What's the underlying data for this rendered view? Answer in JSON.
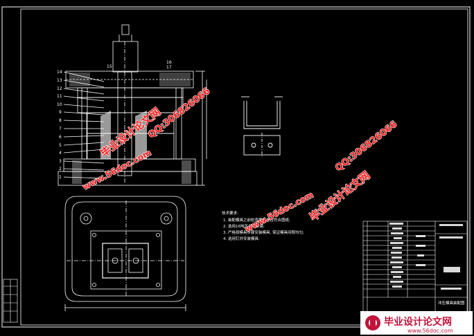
{
  "part_numbers": [
    "14",
    "13",
    "12",
    "11",
    "10",
    "9",
    "8",
    "7",
    "6",
    "5",
    "4",
    "3",
    "2",
    "1"
  ],
  "top_labels": {
    "left": "15",
    "right_a": "16",
    "right_b": "17"
  },
  "tech_notes": {
    "title": "技术要求:",
    "items": [
      "1. 装配模具之前检查零件是否符合图纸;",
      "2. 选用16吨压力机安装;",
      "3. 严格按模具步骤安装模具, 保证模具间隙均匀;",
      "4. 选用钉并安装模具."
    ]
  },
  "title_block": {
    "drawing_title": "冲压模具装配图"
  },
  "watermarks": {
    "brand": "毕业设计论文网",
    "site": "www.56doc.com",
    "qq": "QQ:306826066"
  },
  "logo": {
    "text": "毕业设计论文网",
    "url": "www.56doc.com"
  },
  "colors": {
    "background": "#000000",
    "line": "#ffffff",
    "watermark": "#ff2020",
    "logo": "#c0143c"
  }
}
